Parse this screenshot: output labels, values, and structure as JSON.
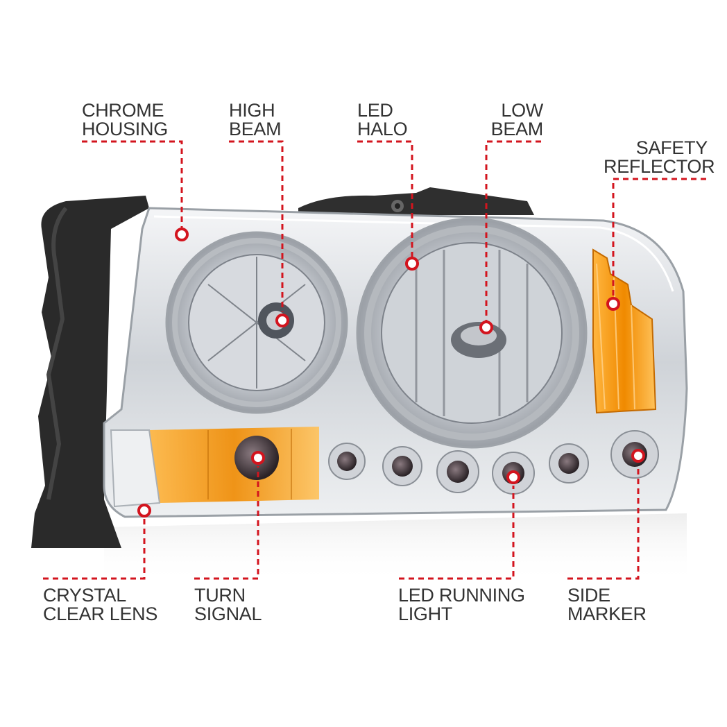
{
  "colors": {
    "callout_red": "#d3141e",
    "label_text": "#333333",
    "chrome": "#d9dce0",
    "amber": "#f08a00",
    "gasket": "#2a2a2a"
  },
  "callouts": {
    "chrome_housing": {
      "line1": "CHROME",
      "line2": "HOUSING"
    },
    "high_beam": {
      "line1": "HIGH",
      "line2": "BEAM"
    },
    "led_halo": {
      "line1": "LED",
      "line2": "HALO"
    },
    "low_beam": {
      "line1": "LOW",
      "line2": "BEAM"
    },
    "safety_reflector": {
      "line1": "SAFETY",
      "line2": "REFLECTOR"
    },
    "crystal_clear_lens": {
      "line1": "CRYSTAL",
      "line2": "CLEAR LENS"
    },
    "turn_signal": {
      "line1": "TURN",
      "line2": "SIGNAL"
    },
    "led_running_light": {
      "line1": "LED RUNNING",
      "line2": "LIGHT"
    },
    "side_marker": {
      "line1": "SIDE",
      "line2": "MARKER"
    }
  }
}
